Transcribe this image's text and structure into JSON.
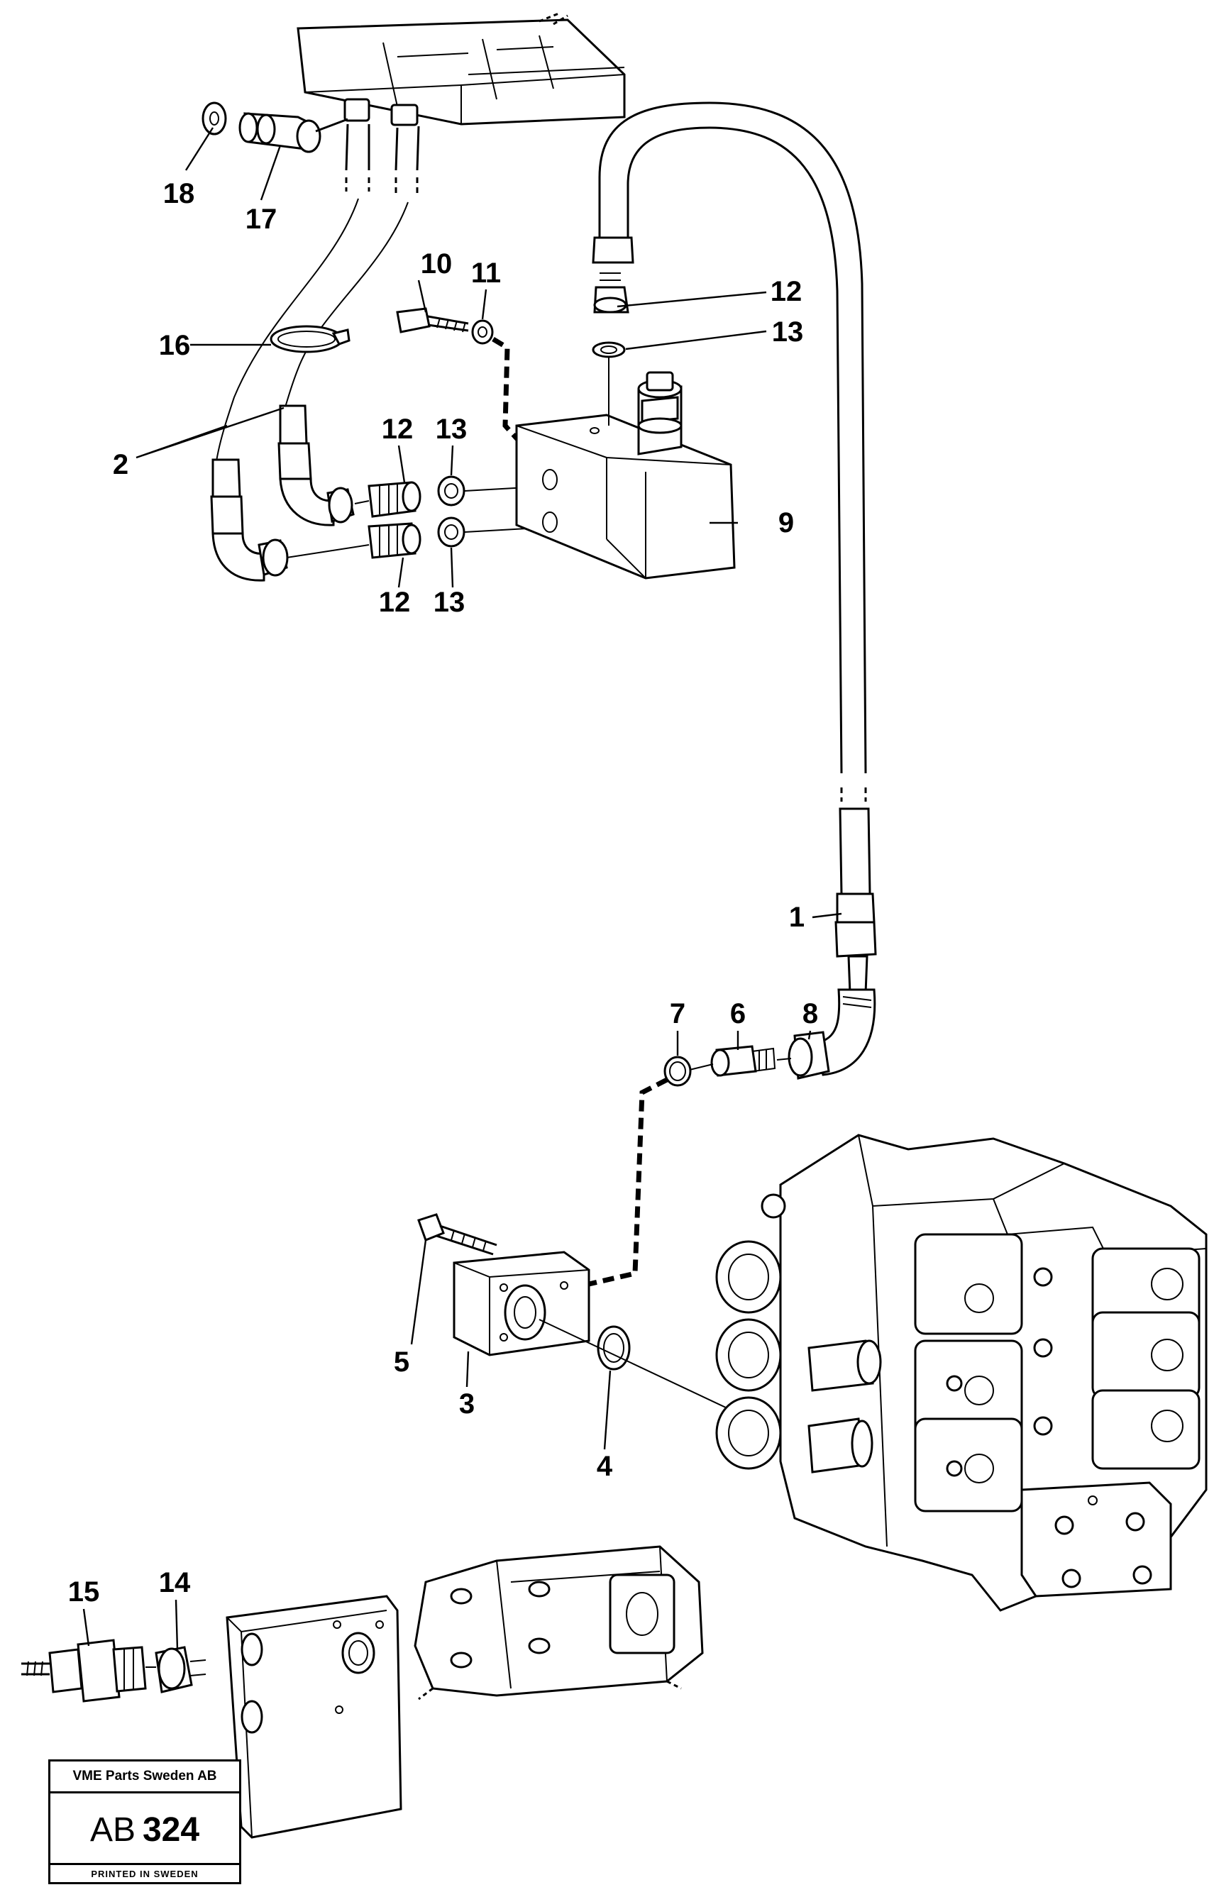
{
  "diagram": {
    "part_numbers": [
      "1",
      "2",
      "3",
      "4",
      "5",
      "6",
      "7",
      "8",
      "9",
      "10",
      "11",
      "12",
      "13",
      "14",
      "15",
      "16",
      "17",
      "18"
    ],
    "labels": {
      "p1": "1",
      "p2": "2",
      "p3": "3",
      "p4": "4",
      "p5": "5",
      "p6": "6",
      "p7": "7",
      "p8": "8",
      "p9": "9",
      "p10": "10",
      "p11": "11",
      "p12a": "12",
      "p12b": "12",
      "p12c": "12",
      "p13a": "13",
      "p13b": "13",
      "p13c": "13",
      "p14": "14",
      "p15": "15",
      "p16": "16",
      "p17": "17",
      "p18": "18"
    }
  },
  "title_block": {
    "company": "VME Parts Sweden AB",
    "code_prefix": "AB",
    "code_number": "324",
    "printed": "PRINTED IN SWEDEN"
  }
}
